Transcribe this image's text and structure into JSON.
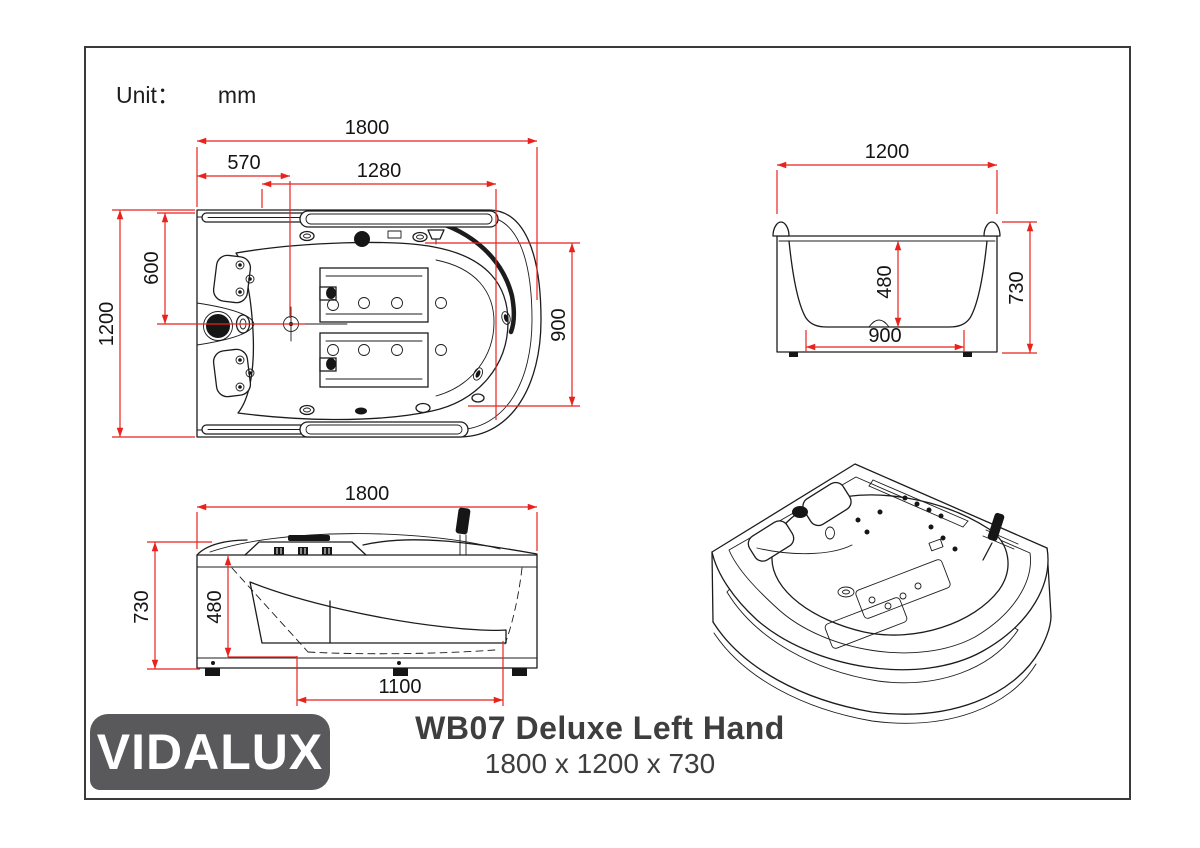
{
  "unit": {
    "label": "Unit：",
    "value": "mm"
  },
  "logo": {
    "text": "VIDALUX"
  },
  "title": {
    "model": "WB07 Deluxe Left Hand",
    "size": "1800 x 1200 x 730"
  },
  "colors": {
    "dimension_red": "#e8231e",
    "line_black": "#1c1c1c",
    "logo_background": "#59585a",
    "logo_text": "#ffffff",
    "title_text": "#3e3e3e"
  },
  "views": {
    "plan": {
      "dims": {
        "overall_length": "1800",
        "left_section": "570",
        "inner_length": "1280",
        "overall_width": "1200",
        "seat_center": "600",
        "inner_width": "900"
      }
    },
    "end": {
      "dims": {
        "overall_width": "1200",
        "depth": "480",
        "overall_height": "730",
        "base_width": "900"
      }
    },
    "front": {
      "dims": {
        "overall_length": "1800",
        "overall_height": "730",
        "depth": "480",
        "base_length": "1100"
      }
    }
  }
}
